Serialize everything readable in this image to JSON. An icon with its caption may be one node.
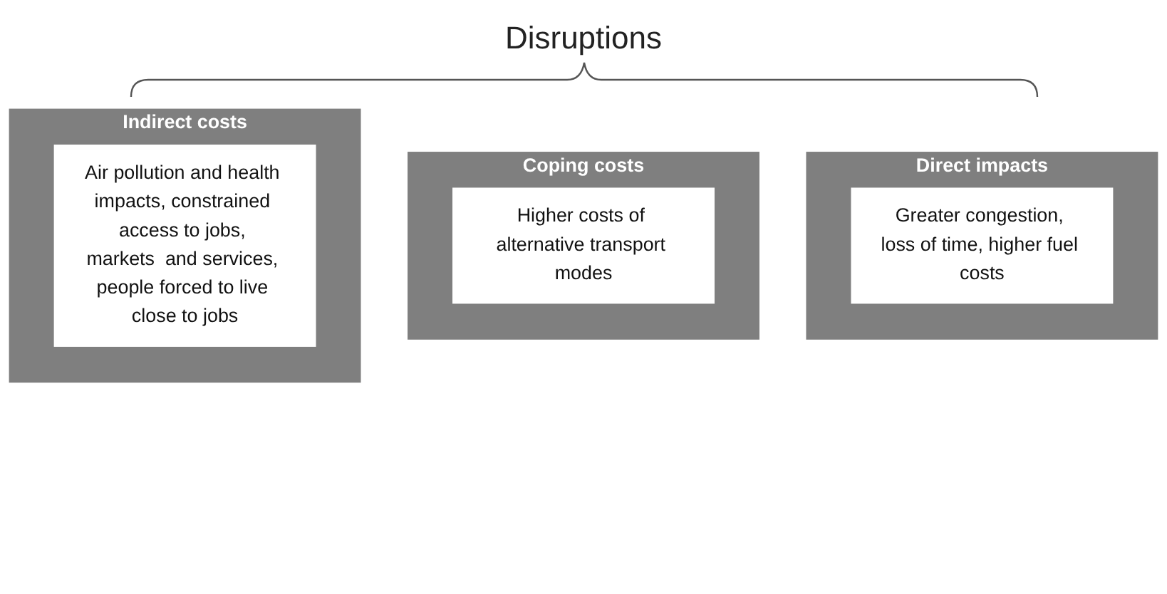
{
  "diagram": {
    "title": "Disruptions",
    "nodes": [
      {
        "text": [
          "Direct impacts"
        ]
      },
      {
        "text": [
          "Greater congestion, loss of time, higher fuel costs"
        ],
        "in": 0
      },
      {
        "text": [
          "Coping costs"
        ]
      },
      {
        "text": [
          "Higher costs of alternative transport modes"
        ],
        "in": 2
      },
      {
        "text": [
          "Indirect costs"
        ]
      },
      {
        "text": [
          "Air pollution and health impacts, constrained access to jobs, markets  and services, people forced to live close to jobs"
        ],
        "in": 4
      }
    ]
  }
}
